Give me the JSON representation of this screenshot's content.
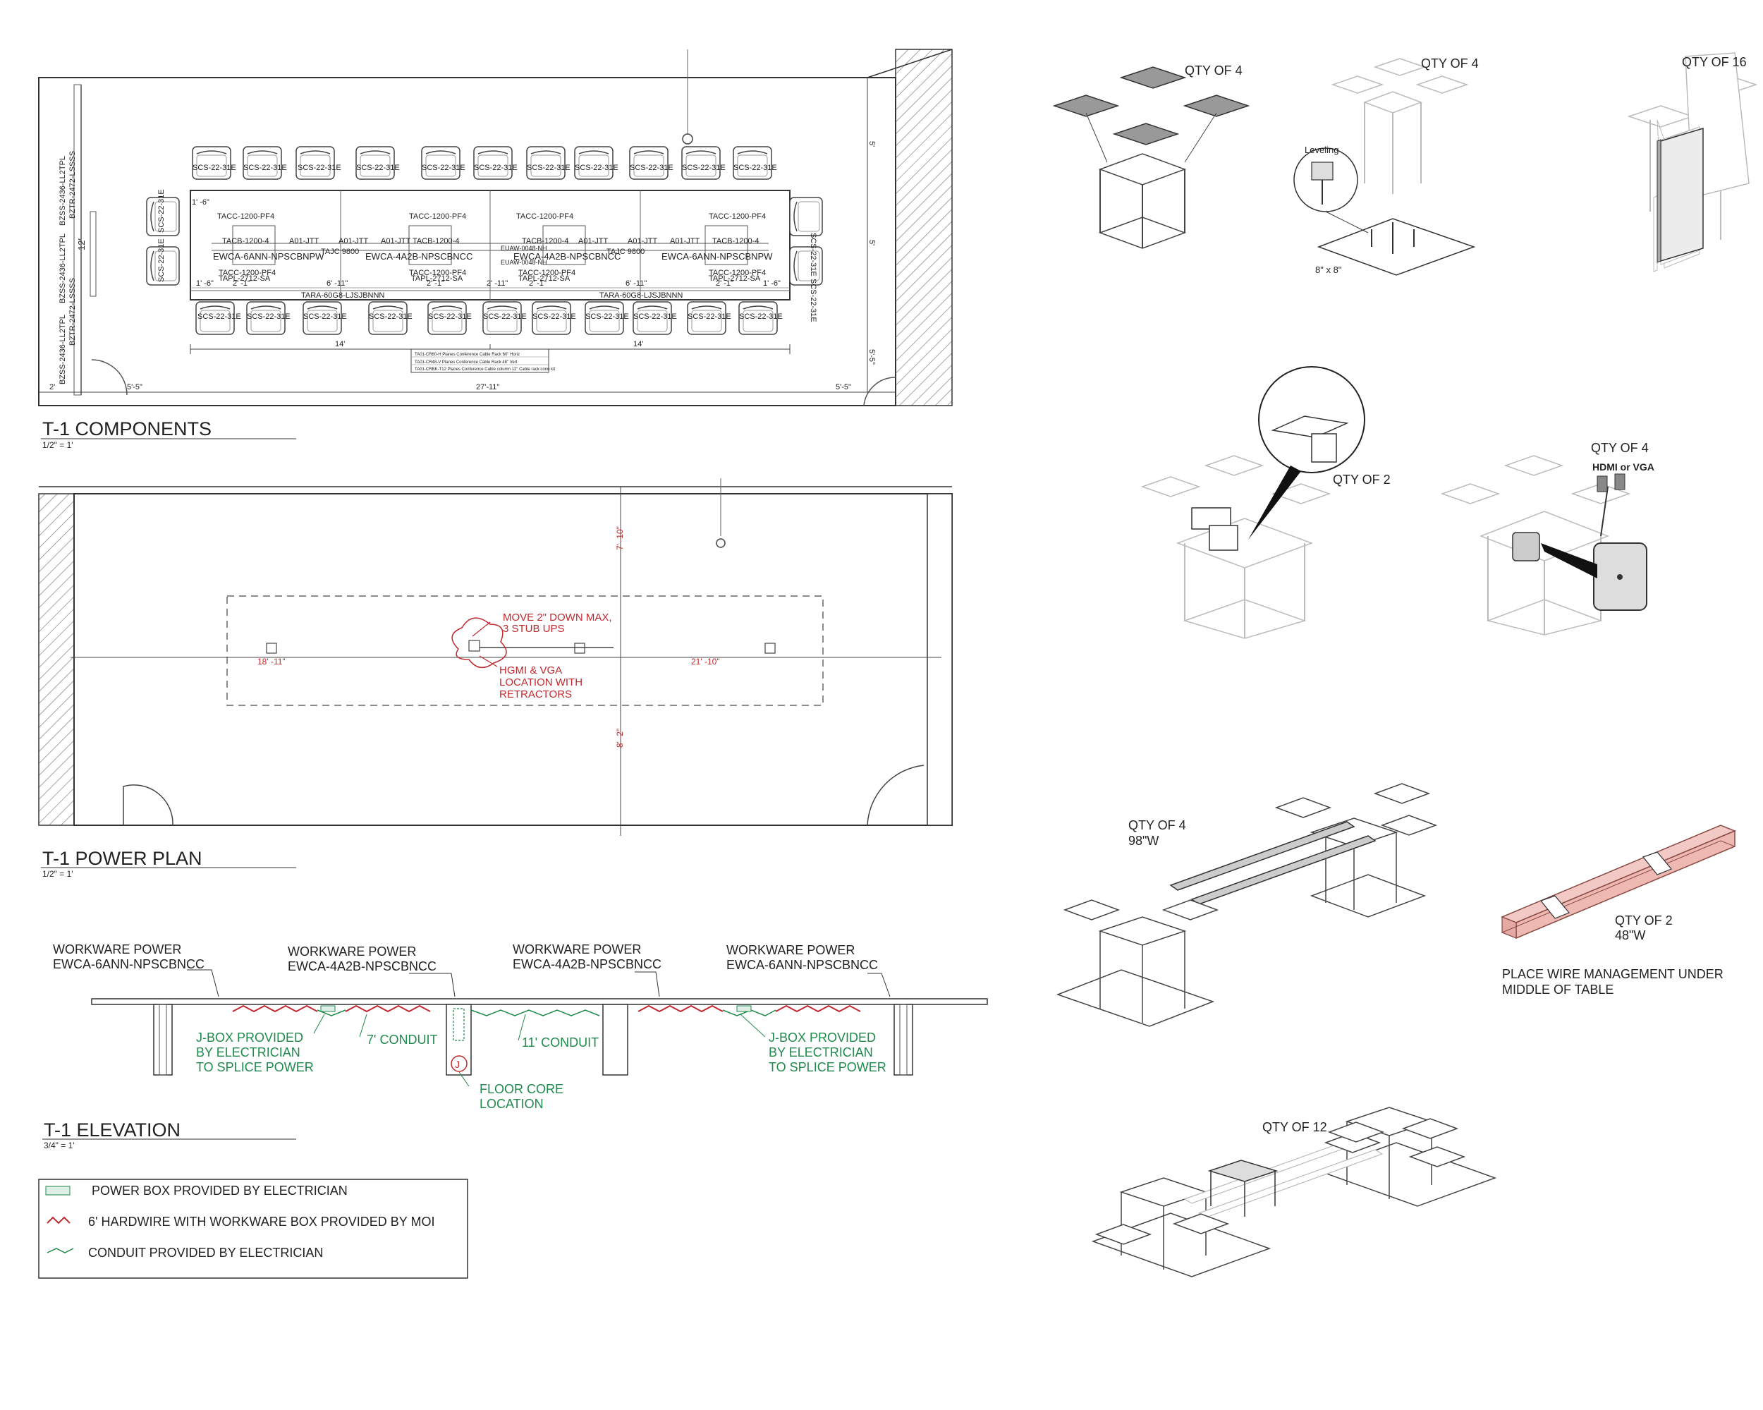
{
  "sections": {
    "components": {
      "title": "T-1 COMPONENTS",
      "scale": "1/2\" = 1'"
    },
    "power_plan": {
      "title": "T-1 POWER PLAN",
      "scale": "1/2\" = 1'"
    },
    "elevation": {
      "title": "T-1 ELEVATION",
      "scale": "3/4\" = 1'"
    }
  },
  "components_plan": {
    "chair_code": "SCS-22-31E",
    "side_codes": [
      "BZSS-2436-LL2TPL",
      "BZSS-2436-LL2TPL",
      "BZSS-2436-LL2TPL"
    ],
    "side_codes_b": [
      "BZTR-2472-LSSSS",
      "BZTR-2472-LSSSS"
    ],
    "wall_dim": "12'",
    "dims": {
      "d5": "5'",
      "d5b": "5'",
      "d55_right": "5'-5\"",
      "bottom_left": "2'",
      "bottom_55a": "5'-5\"",
      "bottom_total": "27'-11\"",
      "bottom_55b": "5'-5\"",
      "seg14a": "14'",
      "seg14b": "14'",
      "d611a": "6' -11\"",
      "d611b": "6' -11\"",
      "d211": "2' -11\"",
      "d21a": "2' -1\"",
      "d21b": "2' -1\"",
      "d21c": "2' -1\"",
      "d21d": "2' -1\"",
      "d16a": "1' -6\"",
      "d16b": "1' -6\"",
      "d16c": "1' -6\""
    },
    "codes": {
      "tacc": "TACC-1200-PF4",
      "tacb": "TACB-1200-4",
      "jtt": "A01-JTT",
      "tajc": "TAJC 9800",
      "tapl": "TAPL-2712-SA",
      "tara": "TARA-60G8-LJSJBNNN",
      "ewca_npw": "EWCA-6ANN-NPSCBNPW",
      "ewca_ncc": "EWCA-4A2B-NPSCBNCC",
      "euaw": "EUAW-0048-NH"
    },
    "legend_rows": [
      "TA01-CR60-H   Planes Conference Cable Rack 60\" Horiz",
      "TA01-CR48-V   Planes Conference Cable Rack 48\" Vert",
      "TA01-CRBK-T12 Planes Conference Cable column 12\" Cable rack conn kit"
    ]
  },
  "power_plan": {
    "note1_a": "MOVE 2\" DOWN MAX,",
    "note1_b": "3 STUB UPS",
    "note2_a": "HGMI & VGA",
    "note2_b": "LOCATION WITH",
    "note2_c": "RETRACTORS",
    "dim_left": "18' -11\"",
    "dim_right": "21' -10\"",
    "dim_top": "7' -10\"",
    "dim_bottom": "8' -2\""
  },
  "elevation": {
    "power_labels": [
      {
        "title": "WORKWARE POWER",
        "code": "EWCA-6ANN-NPSCBNCC"
      },
      {
        "title": "WORKWARE POWER",
        "code": "EWCA-4A2B-NPSCBNCC"
      },
      {
        "title": "WORKWARE POWER",
        "code": "EWCA-4A2B-NPSCBNCC"
      },
      {
        "title": "WORKWARE POWER",
        "code": "EWCA-6ANN-NPSCBNCC"
      }
    ],
    "jbox_left": [
      "J-BOX PROVIDED",
      "BY ELECTRICIAN",
      "TO SPLICE POWER"
    ],
    "jbox_right": [
      "J-BOX PROVIDED",
      "BY ELECTRICIAN",
      "TO SPLICE POWER"
    ],
    "conduit7": "7' CONDUIT",
    "conduit11": "11' CONDUIT",
    "floor_core": [
      "FLOOR CORE",
      "LOCATION"
    ],
    "j_marker": "J"
  },
  "legend": {
    "items": [
      {
        "label": "POWER BOX PROVIDED BY ELECTRICIAN"
      },
      {
        "label": "6' HARDWIRE WITH WORKWARE BOX PROVIDED BY MOI"
      },
      {
        "label": "CONDUIT PROVIDED BY ELECTRICIAN"
      }
    ]
  },
  "callouts": {
    "qty4a": "QTY OF 4",
    "qty4b": "QTY OF 4",
    "qty16": "QTY OF 16",
    "leveling": "Leveling",
    "plate": "8\" x 8\"",
    "qty2a": "QTY OF 2",
    "qty4c": "QTY OF 4",
    "hdmi": "HDMI or VGA",
    "qty4d": "QTY OF 4",
    "w98": "98\"W",
    "qty2b": "QTY OF 2",
    "w48": "48\"W",
    "wire_a": "PLACE WIRE MANAGEMENT UNDER",
    "wire_b": "MIDDLE OF TABLE",
    "qty12": "QTY OF 12"
  },
  "colors": {
    "red": "#c0282d",
    "green": "#1f8a4c",
    "pink": "#f2c9c4"
  }
}
